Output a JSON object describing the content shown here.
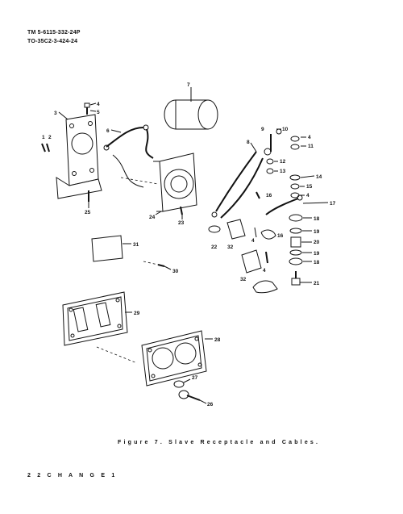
{
  "header": {
    "line1": "TM 5-6115-332-24P",
    "line2": "TO-35C2-3-424-24"
  },
  "figure": {
    "caption": "Figure 7. Slave Receptacle and Cables.",
    "callouts": [
      "1",
      "2",
      "3",
      "4",
      "5",
      "6",
      "7",
      "8",
      "9",
      "10",
      "4",
      "11",
      "12",
      "13",
      "14",
      "15",
      "4",
      "16",
      "17",
      "18",
      "19",
      "20",
      "19",
      "18",
      "21",
      "22",
      "32",
      "4",
      "16",
      "32",
      "4",
      "24",
      "23",
      "25",
      "31",
      "30",
      "29",
      "28",
      "27",
      "26"
    ]
  },
  "footer": {
    "text": "2 2   C H A N G E   1"
  }
}
